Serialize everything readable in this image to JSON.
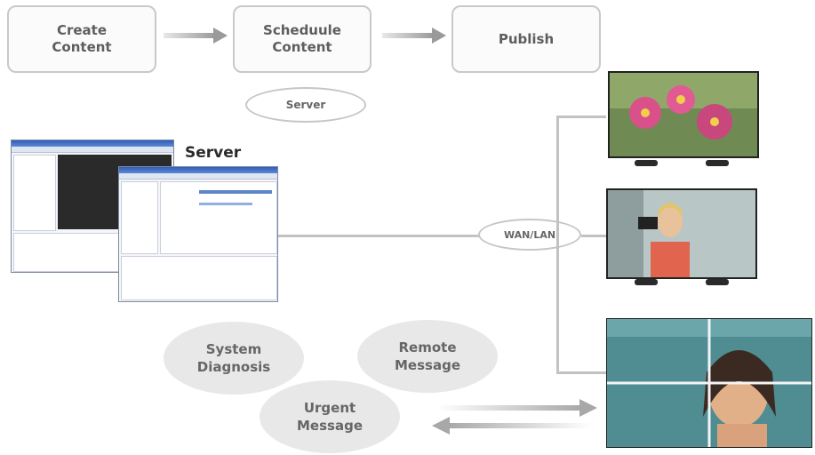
{
  "flow": {
    "create": "Create\nContent",
    "schedule": "Scheduule\nContent",
    "publish": "Publish"
  },
  "server_oval": "Server",
  "server_label": "Server",
  "network": "WAN/LAN",
  "features": {
    "system_diagnosis": "System\nDiagnosis",
    "remote_message": "Remote\nMessage",
    "urgent_message": "Urgent\nMessage"
  },
  "colors": {
    "box_border": "#c9c9c9",
    "text": "#5e5e5e",
    "oval_fill": "#e8e8e8",
    "connector": "#c2c2c2"
  },
  "icons": [
    "flower-display",
    "camera-woman-display",
    "video-wall-display",
    "server-software-screenshot"
  ]
}
